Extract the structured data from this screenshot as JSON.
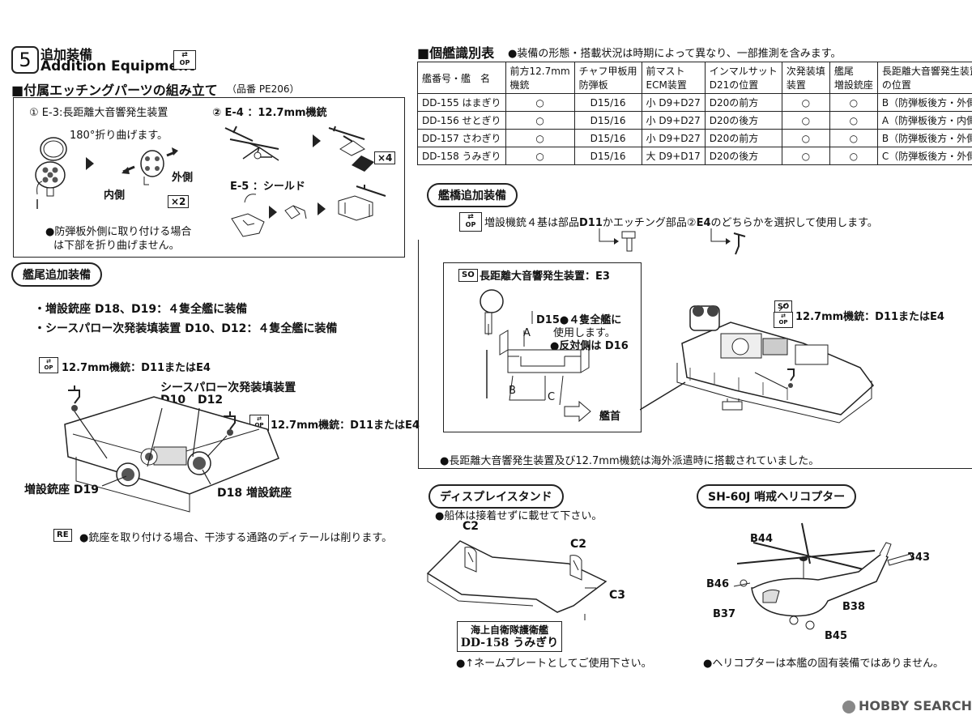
{
  "step": {
    "number": "5",
    "title_jp": "追加装備",
    "title_en": "Addition Equipment",
    "op_badge": "OP"
  },
  "etching": {
    "heading": "■付属エッチングパーツの組み立て",
    "part_number": "（品番 PE206）",
    "item1_label": "① E-3:長距離大音響発生装置",
    "item1_fold": "180°折り曲げます。",
    "item1_outside": "外側",
    "item1_inside": "内側",
    "item1_qty": "×2",
    "item1_note_line1": "●防弾板外側に取り付ける場合",
    "item1_note_line2": "は下部を折り曲げません。",
    "item2_label": "② E-4 ：12.7mm機銃",
    "item2_qty": "×4",
    "item3_label": "E-5 ：シールド"
  },
  "stern": {
    "title": "艦尾追加装備",
    "bullet1": "・増設銃座 D18、D19：４隻全艦に装備",
    "bullet2": "・シースパロー次発装填装置 D10、D12：４隻全艦に装備",
    "mg_label_1": "12.7mm機銃：D11またはE4",
    "mg_label_2": "12.7mm機銃：D11またはE4",
    "seasparrow_label": "シースパロー次発装填装置",
    "d10": "D10",
    "d12": "D12",
    "d19_label": "増設銃座 D19",
    "d18_label": "D18 増設銃座",
    "re_badge": "RE",
    "re_note": "●銃座を取り付ける場合、干渉する通路のディテールは削ります。"
  },
  "id_table": {
    "title": "■個艦識別表",
    "note": "●装備の形態・搭載状況は時期によって異なり、一部推測を含みます。",
    "headers": [
      [
        "艦番号・艦　名"
      ],
      [
        "前方12.7mm",
        "機銃"
      ],
      [
        "チャフ甲板用",
        "防弾板"
      ],
      [
        "前マスト",
        "ECM装置"
      ],
      [
        "インマルサット",
        "D21の位置"
      ],
      [
        "次発装填",
        "装置"
      ],
      [
        "艦尾",
        "増設銃座"
      ],
      [
        "長距離大音響発生装置",
        "の位置"
      ]
    ],
    "rows": [
      [
        "DD-155 はまぎり",
        "○",
        "D15/16",
        "小 D9+D27",
        "D20の前方",
        "○",
        "○",
        "B（防弾板後方・外側）"
      ],
      [
        "DD-156 せとぎり",
        "○",
        "D15/16",
        "小 D9+D27",
        "D20の後方",
        "○",
        "○",
        "A（防弾板後方・内側）"
      ],
      [
        "DD-157 さわぎり",
        "○",
        "D15/16",
        "小 D9+D27",
        "D20の前方",
        "○",
        "○",
        "B（防弾板後方・外側）"
      ],
      [
        "DD-158 うみぎり",
        "○",
        "D15/16",
        "大 D9+D17",
        "D20の後方",
        "○",
        "○",
        "C（防弾板後方・外側）"
      ]
    ]
  },
  "bridge": {
    "title": "艦橋追加装備",
    "note_prefix": "増設機銃４基は部品",
    "d11": "D11",
    "note_mid": "かエッチング部品②",
    "e4": "E4",
    "note_suffix": "のどちらかを選択して使用します。",
    "so_badge": "SO",
    "lrad_label": "長距離大音響発生装置：E3",
    "d15_line1": "D15●４隻全艦に",
    "d15_line2": "使用します。",
    "d16_line": "●反対側は D16",
    "label_a": "A",
    "label_b": "B",
    "label_c": "C",
    "bow": "艦首",
    "mg_label": "12.7mm機銃：D11またはE4",
    "footnote": "●長距離大音響発生装置及び12.7mm機銃は海外派遣時に搭載されていました。"
  },
  "stand": {
    "title": "ディスプレイスタンド",
    "note": "●船体は接着せずに載せて下さい。",
    "c2a": "C2",
    "c2b": "C2",
    "c3": "C3",
    "plate_line1": "海上自衛隊護衛艦",
    "plate_line2": "DD-158 うみぎり",
    "plate_note": "●↑ネームプレートとしてご使用下さい。"
  },
  "heli": {
    "title": "SH-60J 哨戒ヘリコプター",
    "b44": "B44",
    "b43": "B43",
    "b46": "B46",
    "b37": "B37",
    "b38": "B38",
    "b45": "B45",
    "note": "●ヘリコプターは本艦の固有装備ではありません。"
  },
  "watermark": "HOBBY SEARCH"
}
